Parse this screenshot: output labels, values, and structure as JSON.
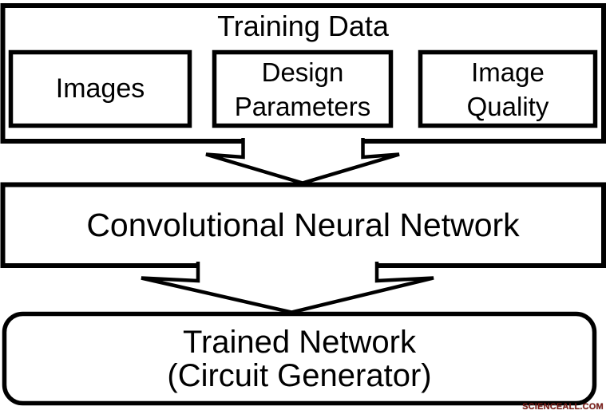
{
  "diagram": {
    "training": {
      "title": "Training Data",
      "items": [
        {
          "label": "Images"
        },
        {
          "label": "Design Parameters"
        },
        {
          "label": "Image Quality"
        }
      ]
    },
    "cnn": {
      "label": "Convolutional Neural Network"
    },
    "trained_network": {
      "line1": "Trained Network",
      "line2": "(Circuit Generator)"
    },
    "watermark": {
      "text": "SCIENCEALL.COM"
    },
    "colors": {
      "ink": "#000000",
      "background": "#ffffff",
      "watermark_red": "#7e1a15"
    }
  }
}
